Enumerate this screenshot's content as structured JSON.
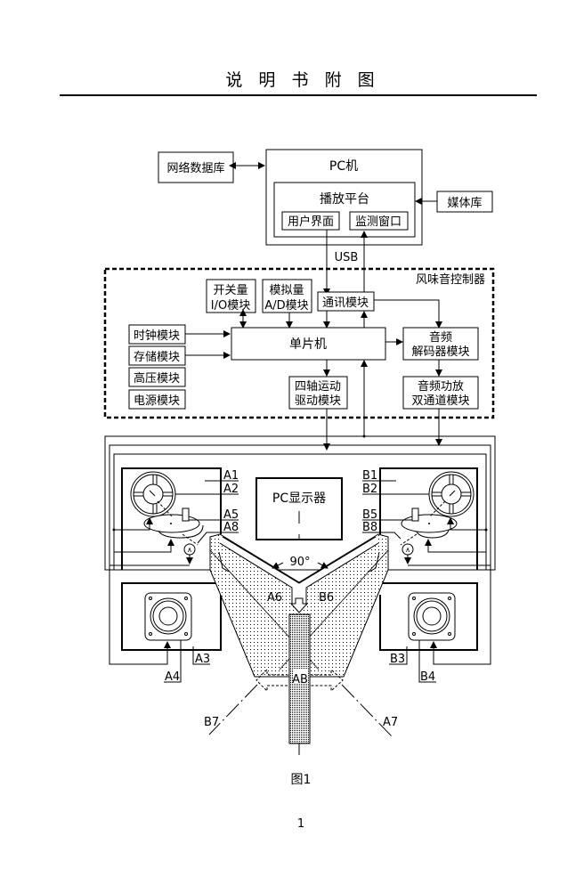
{
  "header": {
    "title": "说  明  书  附  图"
  },
  "blocks": {
    "network_db": "网络数据库",
    "pc": "PC机",
    "play_platform": "播放平台",
    "user_interface": "用户界面",
    "monitor_window": "监测窗口",
    "media_lib": "媒体库",
    "usb_label": "USB",
    "controller_title": "风味音控制器",
    "switch_io": [
      "开关量",
      "I/O模块"
    ],
    "analog_ad": [
      "模拟量",
      "A/D模块"
    ],
    "comm_module": "通讯模块",
    "clock_module": "时钟模块",
    "storage_module": "存储模块",
    "hv_module": "高压模块",
    "power_module": "电源模块",
    "mcu": "单片机",
    "audio_decoder": [
      "音频",
      "解码器模块"
    ],
    "motion_driver": [
      "四轴运动",
      "驱动模块"
    ],
    "audio_amp": [
      "音频功放",
      "双通道模块"
    ],
    "pc_display": "PC显示器",
    "angle_label": "90°"
  },
  "part_labels": {
    "left": [
      "A1",
      "A2",
      "A5",
      "A8",
      "A3",
      "A4",
      "A6",
      "A7"
    ],
    "right": [
      "B1",
      "B2",
      "B5",
      "B8",
      "B3",
      "B4",
      "B6",
      "B7"
    ],
    "center": "AB"
  },
  "footer": {
    "figure_caption": "图1",
    "page_number": "1"
  }
}
